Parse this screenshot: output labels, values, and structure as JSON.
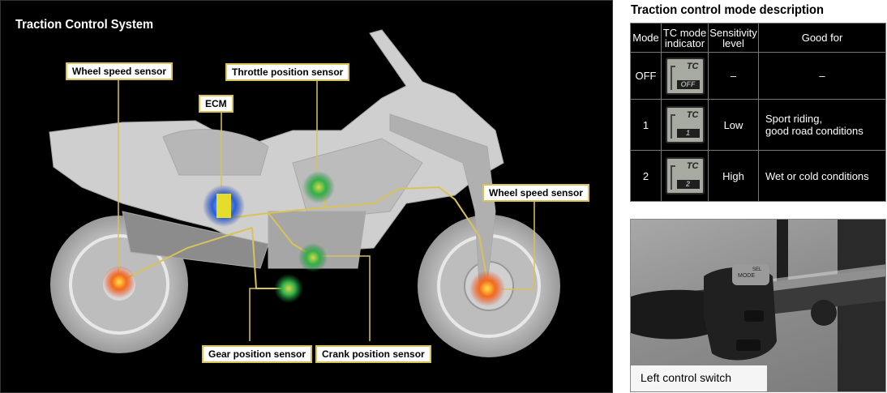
{
  "diagram": {
    "title": "Traction Control System",
    "callouts": {
      "wheel_speed_front": "Wheel speed sensor",
      "throttle": "Throttle position sensor",
      "ecm": "ECM",
      "wheel_speed_rear": "Wheel speed sensor",
      "gear": "Gear position sensor",
      "crank": "Crank position sensor"
    },
    "colors": {
      "callout_line": "#d9c25a",
      "sensor_wheel": "#e8401c",
      "sensor_engine": "#33b04a",
      "ecm": "#2a5fd8"
    }
  },
  "table": {
    "title": "Traction control mode description",
    "headers": [
      "Mode",
      "TC mode\nindicator",
      "Sensitivity\nlevel",
      "Good for"
    ],
    "rows": [
      {
        "mode": "OFF",
        "indicator": "OFF",
        "sensitivity": "–",
        "good_for": "–"
      },
      {
        "mode": "1",
        "indicator": "1",
        "sensitivity": "Low",
        "good_for": "Sport riding,\ngood road conditions"
      },
      {
        "mode": "2",
        "indicator": "2",
        "sensitivity": "High",
        "good_for": "Wet or cold conditions"
      }
    ],
    "lcd_label": "TC"
  },
  "photo": {
    "caption": "Left control switch",
    "switch_labels": {
      "mode": "MODE",
      "sel": "SEL"
    }
  }
}
